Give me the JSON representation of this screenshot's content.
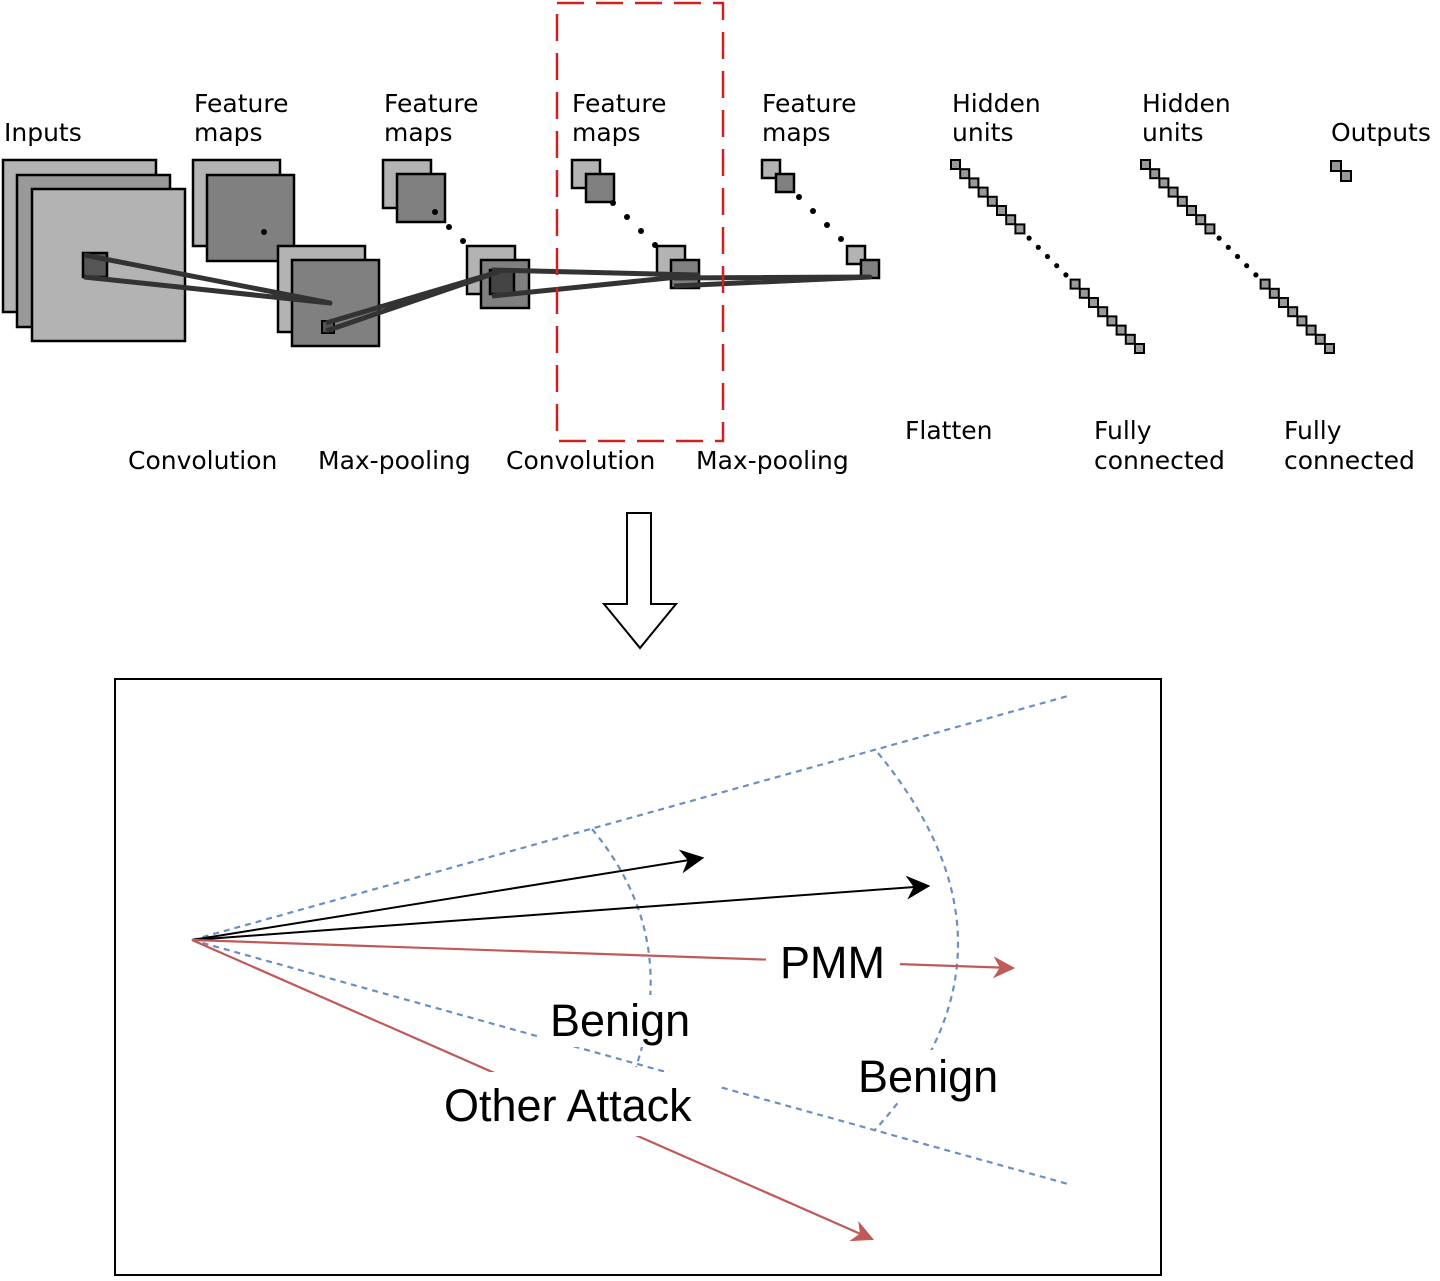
{
  "cnn": {
    "top_labels": {
      "inputs": "Inputs",
      "fm1": [
        "Feature",
        "maps"
      ],
      "fm2": [
        "Feature",
        "maps"
      ],
      "fm3": [
        "Feature",
        "maps"
      ],
      "fm4": [
        "Feature",
        "maps"
      ],
      "hidden1": [
        "Hidden",
        "units"
      ],
      "hidden2": [
        "Hidden",
        "units"
      ],
      "outputs": "Outputs"
    },
    "ops": {
      "conv1": "Convolution",
      "pool1": "Max-pooling",
      "conv2": "Convolution",
      "pool2": "Max-pooling",
      "flatten": "Flatten",
      "fc1": [
        "Fully",
        "connected"
      ],
      "fc2": [
        "Fully",
        "connected"
      ]
    },
    "colors": {
      "highlight": "#cc2222",
      "light_map": "#b3b3b3",
      "dark_map": "#808080",
      "unit": "#999999"
    }
  },
  "decision_space": {
    "labels": {
      "pmm": "PMM",
      "benign_inner": "Benign",
      "benign_outer": "Benign",
      "other_attack": "Other Attack"
    },
    "colors": {
      "boundary": "#6b8fbf",
      "benign_vector": "#000000",
      "attack_vector": "#c05a5a"
    }
  }
}
